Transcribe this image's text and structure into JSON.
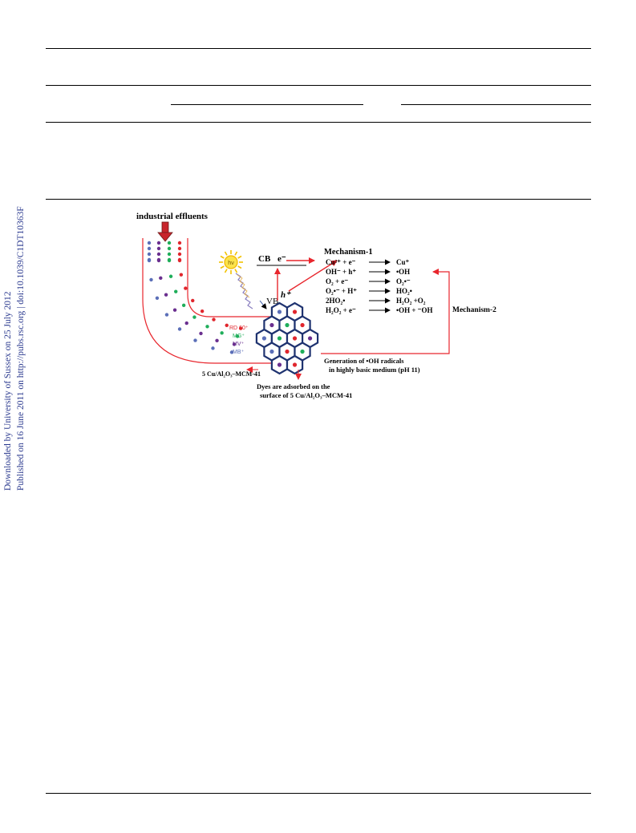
{
  "sidebar": {
    "line1": "Downloaded by University of Sussex on 25 July 2012",
    "line2": "Published on 16 June 2011 on http://pubs.rsc.org | doi:10.1039/C1DT10363F"
  },
  "figure": {
    "effluent_label": "industrial effluents",
    "light_label": "hν",
    "dye_labels": [
      "RD 60⁺",
      "MG⁺",
      "MV⁺",
      "MB⁺"
    ],
    "catalyst_label": "5 Cu/Al₂O₃–MCM-41",
    "cb_label": "CB",
    "electron_label": "e⁻",
    "vb_label": "VB",
    "hole_label": "h⁺",
    "mechanism1_title": "Mechanism-1",
    "mechanism2_label": "Mechanism-2",
    "reactions": [
      {
        "left": "Cu²⁺ + e⁻",
        "right": "Cu⁺"
      },
      {
        "left": "OH⁻ + h⁺",
        "right": "•OH"
      },
      {
        "left": "O₂ + e⁻",
        "right": "O₂•⁻"
      },
      {
        "left": "O₂•⁻ + H⁺",
        "right": "HO₂•"
      },
      {
        "left": "2HO₂•",
        "right": "H₂O₂ +O₂"
      },
      {
        "left": "H₂O₂ + e⁻",
        "right": "•OH + ⁻OH"
      }
    ],
    "generation_line1": "Generation of •OH radicals",
    "generation_line2": "in highly basic medium (pH 11)",
    "adsorbed_line1": "Dyes are adsorbed on the",
    "adsorbed_line2": "surface of 5 Cu/Al₂O₃–MCM-41",
    "colors": {
      "arrow": "#e8262d",
      "hex_stroke": "#1f3370",
      "rd": "#e0262d",
      "mg": "#1fae5a",
      "mv": "#6a2f8f",
      "mb": "#5b6fb8",
      "down_arrow": "#c8252c",
      "sidebar_text": "#2b3a8f"
    },
    "dye_colors_order": [
      "rd",
      "mg",
      "mv",
      "mb"
    ]
  }
}
